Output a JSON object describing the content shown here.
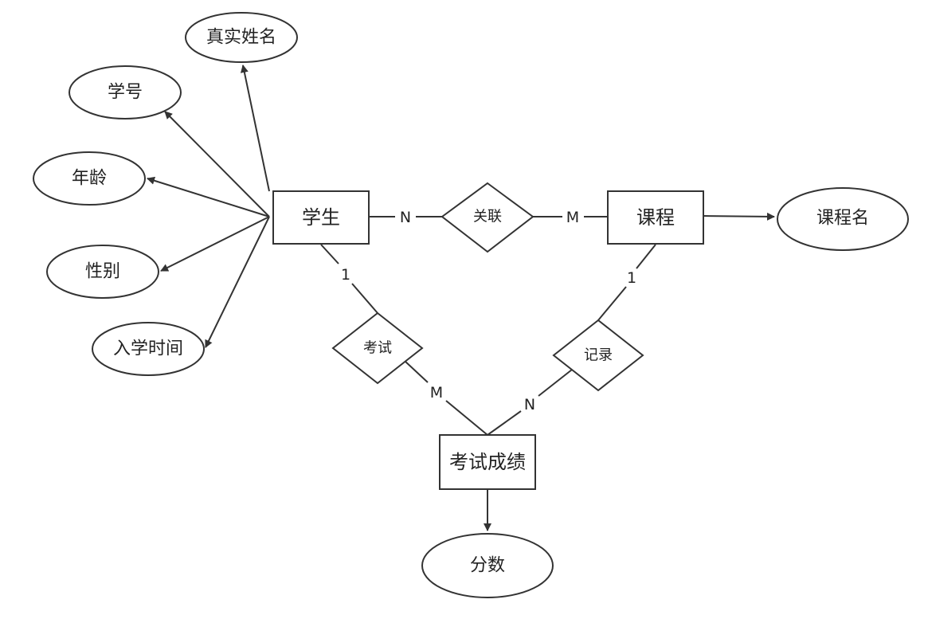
{
  "diagram": {
    "entities": {
      "student": "学生",
      "course": "课程",
      "exam_score": "考试成绩"
    },
    "attributes": {
      "real_name": "真实姓名",
      "student_id": "学号",
      "age": "年龄",
      "gender": "性别",
      "enroll_time": "入学时间",
      "course_name": "课程名",
      "score": "分数"
    },
    "relationships": {
      "link": "关联",
      "exam": "考试",
      "record": "记录"
    },
    "cardinalities": {
      "link_student": "N",
      "link_course": "M",
      "exam_student": "1",
      "exam_score": "M",
      "record_course": "1",
      "record_score": "N"
    }
  }
}
